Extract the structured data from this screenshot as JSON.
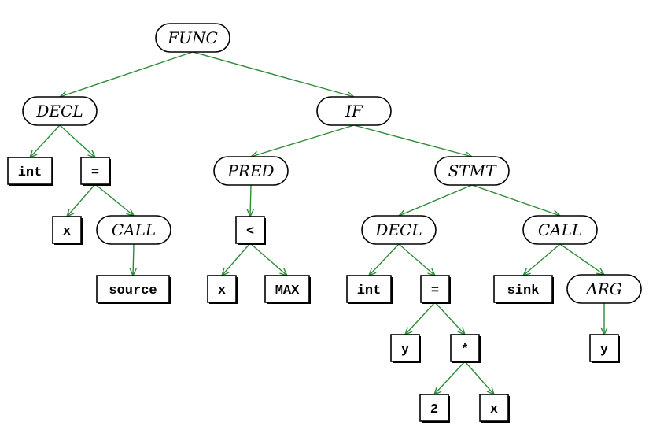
{
  "diagram": {
    "type": "abstract-syntax-tree",
    "edge_color": "#2e8b3a",
    "nodes": [
      {
        "id": "func",
        "label": "FUNC",
        "kind": "operator"
      },
      {
        "id": "decl1",
        "label": "DECL",
        "kind": "operator"
      },
      {
        "id": "if",
        "label": "IF",
        "kind": "operator"
      },
      {
        "id": "int1",
        "label": "int",
        "kind": "token"
      },
      {
        "id": "assign1",
        "label": "=",
        "kind": "token"
      },
      {
        "id": "x1",
        "label": "x",
        "kind": "token"
      },
      {
        "id": "call1",
        "label": "CALL",
        "kind": "operator"
      },
      {
        "id": "source",
        "label": "source",
        "kind": "token"
      },
      {
        "id": "pred",
        "label": "PRED",
        "kind": "operator"
      },
      {
        "id": "stmt",
        "label": "STMT",
        "kind": "operator"
      },
      {
        "id": "lt",
        "label": "<",
        "kind": "token"
      },
      {
        "id": "x2",
        "label": "x",
        "kind": "token"
      },
      {
        "id": "max",
        "label": "MAX",
        "kind": "token"
      },
      {
        "id": "decl2",
        "label": "DECL",
        "kind": "operator"
      },
      {
        "id": "call2",
        "label": "CALL",
        "kind": "operator"
      },
      {
        "id": "int2",
        "label": "int",
        "kind": "token"
      },
      {
        "id": "assign2",
        "label": "=",
        "kind": "token"
      },
      {
        "id": "y1",
        "label": "y",
        "kind": "token"
      },
      {
        "id": "mul",
        "label": "*",
        "kind": "token"
      },
      {
        "id": "two",
        "label": "2",
        "kind": "token"
      },
      {
        "id": "x3",
        "label": "x",
        "kind": "token"
      },
      {
        "id": "sink",
        "label": "sink",
        "kind": "token"
      },
      {
        "id": "arg",
        "label": "ARG",
        "kind": "operator"
      },
      {
        "id": "y2",
        "label": "y",
        "kind": "token"
      }
    ],
    "edges": [
      [
        "func",
        "decl1"
      ],
      [
        "func",
        "if"
      ],
      [
        "decl1",
        "int1"
      ],
      [
        "decl1",
        "assign1"
      ],
      [
        "assign1",
        "x1"
      ],
      [
        "assign1",
        "call1"
      ],
      [
        "call1",
        "source"
      ],
      [
        "if",
        "pred"
      ],
      [
        "if",
        "stmt"
      ],
      [
        "pred",
        "lt"
      ],
      [
        "lt",
        "x2"
      ],
      [
        "lt",
        "max"
      ],
      [
        "stmt",
        "decl2"
      ],
      [
        "stmt",
        "call2"
      ],
      [
        "decl2",
        "int2"
      ],
      [
        "decl2",
        "assign2"
      ],
      [
        "assign2",
        "y1"
      ],
      [
        "assign2",
        "mul"
      ],
      [
        "mul",
        "two"
      ],
      [
        "mul",
        "x3"
      ],
      [
        "call2",
        "sink"
      ],
      [
        "call2",
        "arg"
      ],
      [
        "arg",
        "y2"
      ]
    ]
  }
}
